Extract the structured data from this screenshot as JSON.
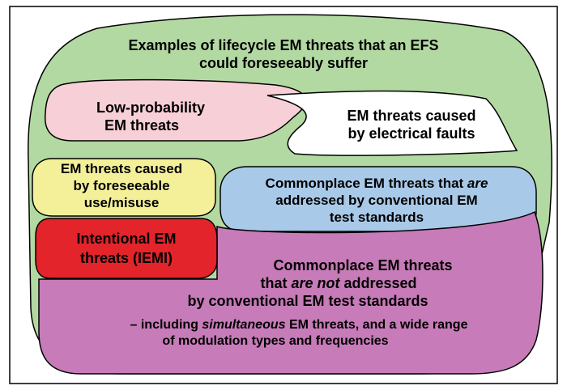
{
  "colors": {
    "outer_region": "#b3d9a3",
    "low_probability": "#f7cfd6",
    "electrical_faults": "#ffffff",
    "foreseeable_use": "#f4f09a",
    "conventional": "#a9c9e8",
    "iemi": "#e3242b",
    "not_addressed": "#c77bb8",
    "outline": "#000000"
  },
  "outer": {
    "title_line1": "Examples of lifecycle EM threats that an EFS",
    "title_line2": "could foreseeably suffer"
  },
  "low_probability": {
    "line1": "Low-probability",
    "line2": "EM threats"
  },
  "electrical_faults": {
    "line1": "EM threats caused",
    "line2": "by electrical faults"
  },
  "foreseeable_use": {
    "line1": "EM threats caused",
    "line2": "by foreseeable",
    "line3": "use/misuse"
  },
  "conventional": {
    "line1_pre": "Commonplace EM threats that ",
    "line1_em": "are",
    "line2": "addressed by conventional EM",
    "line3": "test standards"
  },
  "iemi": {
    "line1": "Intentional EM",
    "line2": "threats  (IEMI)"
  },
  "not_addressed": {
    "line1": "Commonplace EM threats",
    "line2_pre": "that ",
    "line2_em": "are not",
    "line2_post": " addressed",
    "line3": "by conventional EM test standards",
    "note_line1_pre": "– including ",
    "note_line1_em": "simultaneous",
    "note_line1_post": " EM threats, and a wide range",
    "note_line2": "of modulation types and frequencies"
  }
}
